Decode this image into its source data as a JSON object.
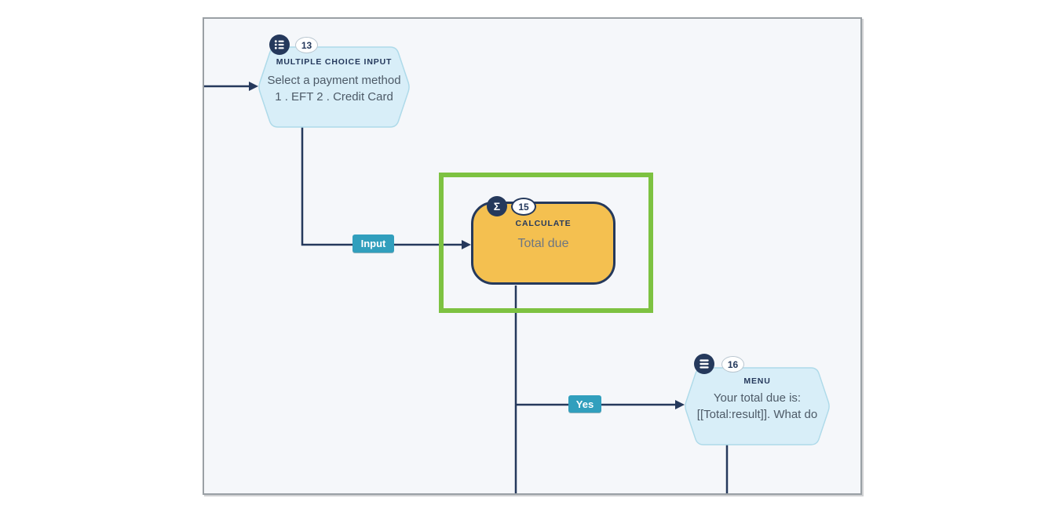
{
  "colors": {
    "navy": "#25395c",
    "light_blue_fill": "#d8eef8",
    "light_blue_border": "#aedae9",
    "orange_fill": "#f4c050",
    "teal_label": "#319fbd",
    "selection_green": "#7dc241",
    "canvas_background": "#f5f7fa",
    "canvas_border": "#9aa0a5",
    "body_text": "#4d5a67"
  },
  "nodes": {
    "multiple_choice": {
      "number": "13",
      "type_label": "MULTIPLE CHOICE INPUT",
      "body_line1": "Select a payment method",
      "body_line2": "1 . EFT 2 . Credit Card",
      "icon": "bullet-list-icon"
    },
    "calculate": {
      "number": "15",
      "type_label": "CALCULATE",
      "body": "Total due",
      "icon": "sigma-icon",
      "icon_glyph": "Σ"
    },
    "menu": {
      "number": "16",
      "type_label": "MENU",
      "body_line1": "Your total due is:",
      "body_line2": "[[Total:result]]. What do",
      "icon": "hamburger-menu-icon"
    }
  },
  "connectors": {
    "input_label": "Input",
    "yes_label": "Yes"
  }
}
